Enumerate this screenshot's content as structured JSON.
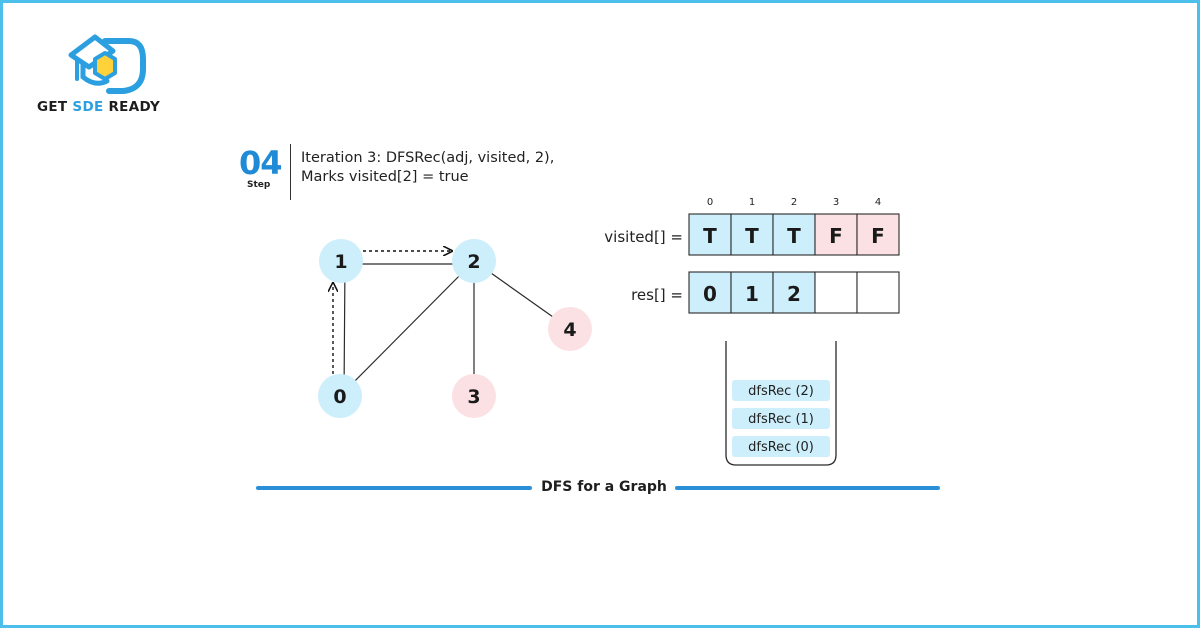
{
  "brand": {
    "name_parts": [
      "GET ",
      "SDE",
      " READY"
    ],
    "colors": {
      "primary": "#2b9fe0",
      "accent": "#ffd23a"
    }
  },
  "step": {
    "number": "04",
    "label": "Step",
    "line1": "Iteration 3: DFSRec(adj, visited, 2),",
    "line2": "Marks visited[2] = true"
  },
  "graph": {
    "nodes": [
      {
        "id": "0",
        "label": "0",
        "state": "visited"
      },
      {
        "id": "1",
        "label": "1",
        "state": "visited"
      },
      {
        "id": "2",
        "label": "2",
        "state": "visited"
      },
      {
        "id": "3",
        "label": "3",
        "state": "unvisited"
      },
      {
        "id": "4",
        "label": "4",
        "state": "unvisited"
      }
    ],
    "edges": [
      [
        "0",
        "1"
      ],
      [
        "1",
        "2"
      ],
      [
        "0",
        "2"
      ],
      [
        "2",
        "3"
      ],
      [
        "2",
        "4"
      ]
    ],
    "traversal_arrows": [
      [
        "0",
        "1"
      ],
      [
        "1",
        "2"
      ]
    ]
  },
  "arrays": {
    "indices": [
      "0",
      "1",
      "2",
      "3",
      "4"
    ],
    "visited": {
      "label": "visited[] =",
      "cells": [
        "T",
        "T",
        "T",
        "F",
        "F"
      ]
    },
    "res": {
      "label": "res[] =",
      "cells": [
        "0",
        "1",
        "2",
        "",
        ""
      ]
    }
  },
  "call_stack": {
    "frames": [
      "dfsRec (2)",
      "dfsRec (1)",
      "dfsRec (0)"
    ]
  },
  "footer": {
    "title": "DFS for a Graph"
  },
  "colors": {
    "visited_fill": "#cdeefb",
    "unvisited_fill": "#fbe1e3",
    "line": "#2a8fd8",
    "frame_border": "#4cc0ea"
  }
}
